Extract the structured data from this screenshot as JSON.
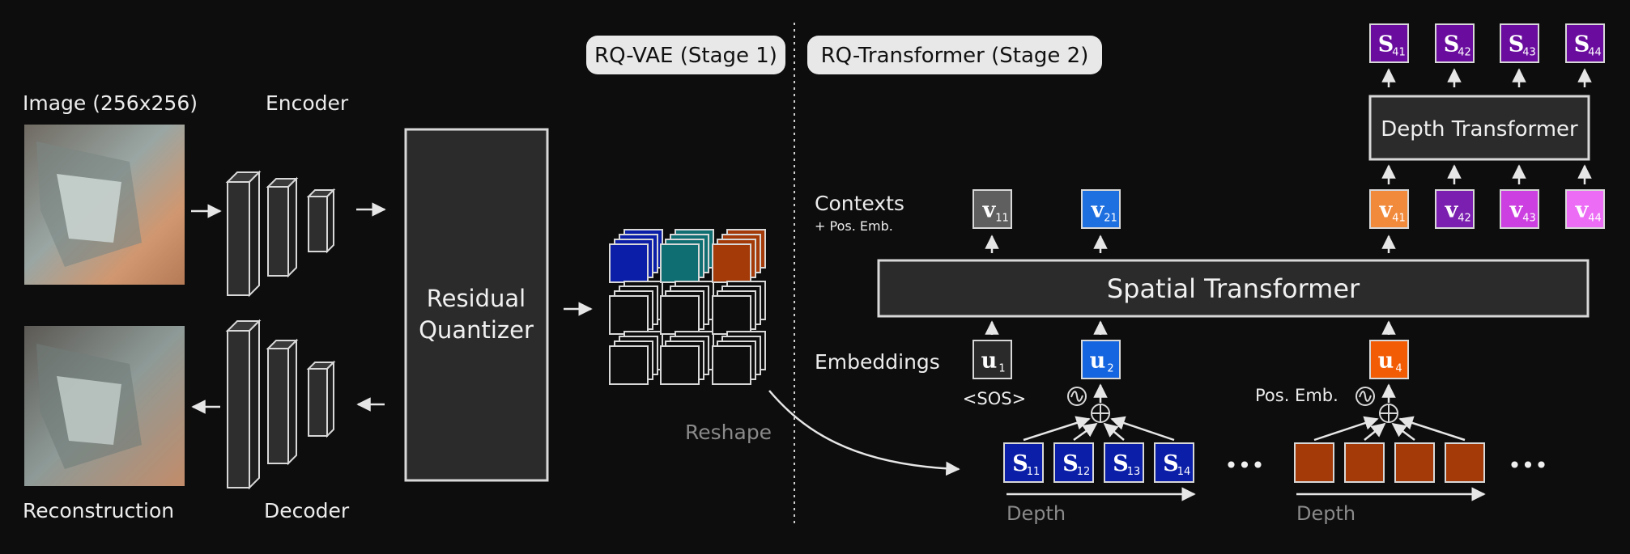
{
  "stage_labels": {
    "stage1": "RQ-VAE (Stage 1)",
    "stage2": "RQ-Transformer (Stage 2)"
  },
  "left": {
    "image_label": "Image (256x256)",
    "encoder_label": "Encoder",
    "decoder_label": "Decoder",
    "reconstruction_label": "Reconstruction",
    "quantizer_line1": "Residual",
    "quantizer_line2": "Quantizer",
    "reshape_label": "Reshape"
  },
  "transformers": {
    "spatial": "Spatial Transformer",
    "depth": "Depth Transformer"
  },
  "side_labels": {
    "contexts": "Contexts",
    "pos_emb_note": "+ Pos. Emb.",
    "embeddings": "Embeddings",
    "sos": "<SOS>",
    "pos_emb": "Pos. Emb."
  },
  "depth_labels": [
    "Depth",
    "Depth"
  ],
  "ellipsis": "•••",
  "outputs": [
    {
      "sym": "S",
      "sub": "41",
      "color": "#6a0d9e"
    },
    {
      "sym": "S",
      "sub": "42",
      "color": "#6a0d9e"
    },
    {
      "sym": "S",
      "sub": "43",
      "color": "#6a0d9e"
    },
    {
      "sym": "S",
      "sub": "44",
      "color": "#6a0d9e"
    }
  ],
  "depth_inputs": [
    {
      "sym": "v",
      "sub": "41",
      "color": "#f28a3c"
    },
    {
      "sym": "v",
      "sub": "42",
      "color": "#7b1fb0"
    },
    {
      "sym": "v",
      "sub": "43",
      "color": "#cc3fe0"
    },
    {
      "sym": "v",
      "sub": "44",
      "color": "#ec6cf5"
    }
  ],
  "contexts": [
    {
      "sym": "v",
      "sub": "11",
      "color": "#5f5f5f"
    },
    {
      "sym": "v",
      "sub": "21",
      "color": "#1e6fe0"
    }
  ],
  "embeddings": [
    {
      "sym": "u",
      "sub": "1",
      "color": "#2a2a2a"
    },
    {
      "sym": "u",
      "sub": "2",
      "color": "#1565e0"
    },
    {
      "sym": "u",
      "sub": "4",
      "color": "#f25c05"
    }
  ],
  "codes_group1": [
    {
      "sym": "S",
      "sub": "11",
      "color": "#0a1ea8"
    },
    {
      "sym": "S",
      "sub": "12",
      "color": "#0a1ea8"
    },
    {
      "sym": "S",
      "sub": "13",
      "color": "#0a1ea8"
    },
    {
      "sym": "S",
      "sub": "14",
      "color": "#0a1ea8"
    }
  ],
  "codes_group2_color": "#a33a08",
  "cube_colors": [
    "#0a1ea8",
    "#0e6e72",
    "#a33a08"
  ],
  "colors": {
    "background": "#0d0d0d",
    "line": "#d8d8d8",
    "box_fill": "#2b2b2b",
    "pill_fill": "#e8e8e8"
  }
}
